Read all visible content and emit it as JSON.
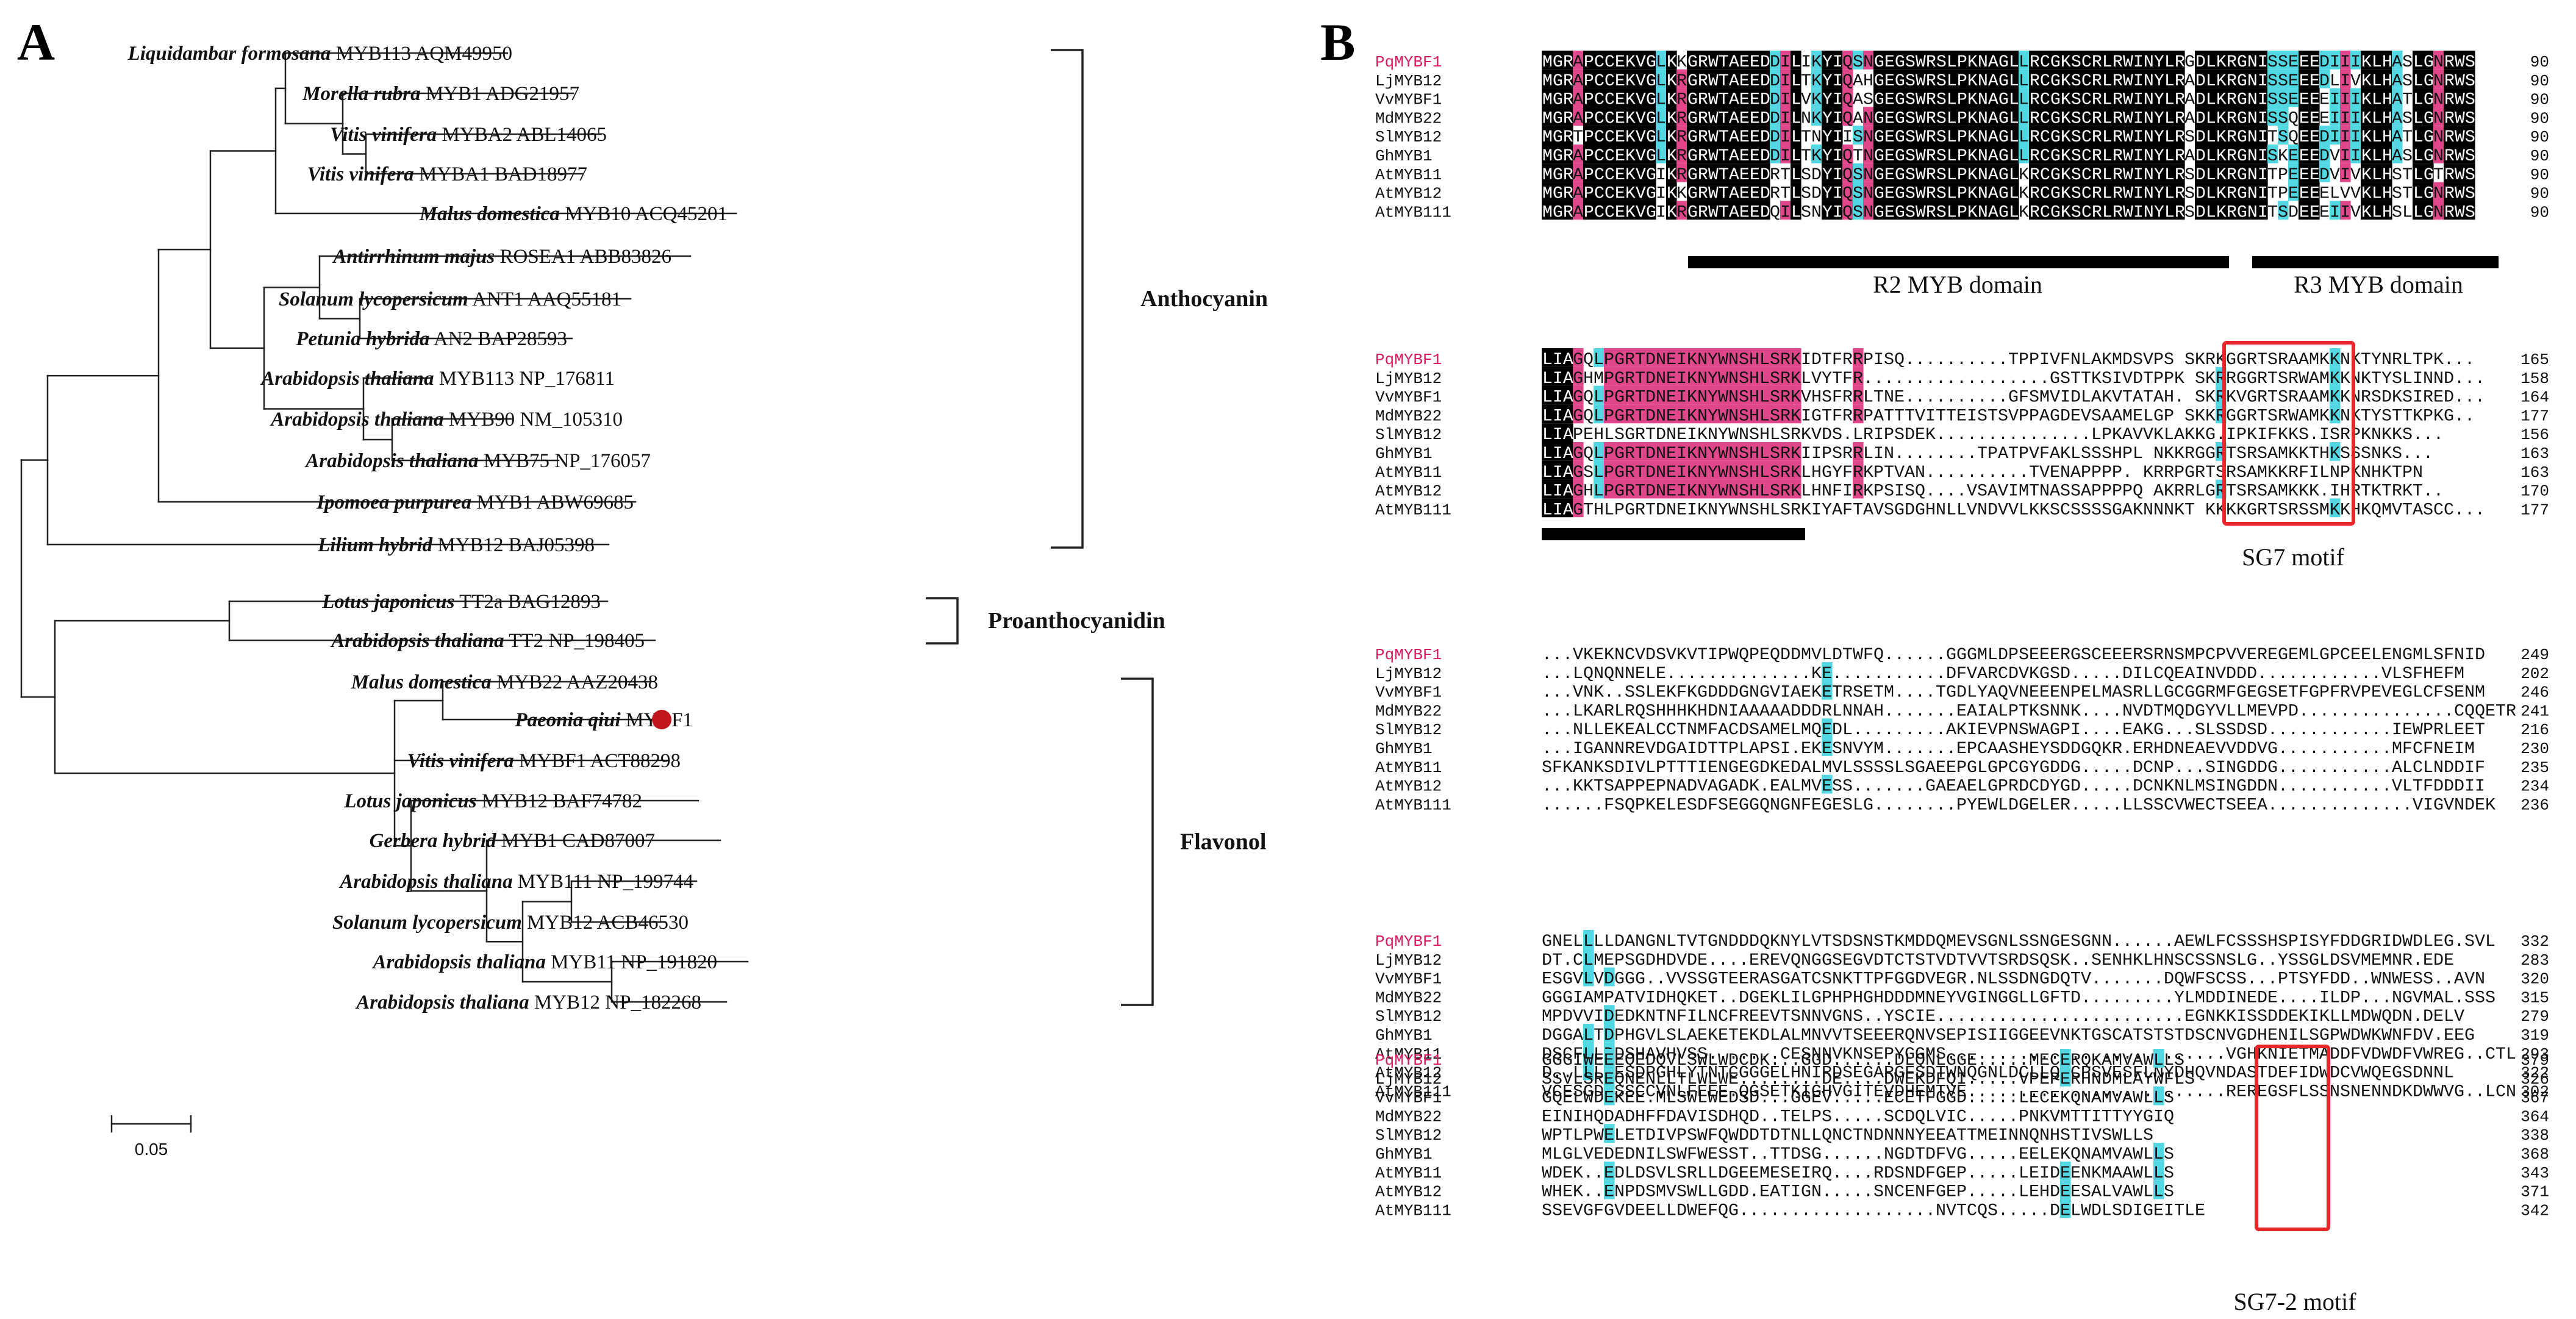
{
  "panel_a": {
    "label": "A",
    "scale_label": "0.05",
    "colors": {
      "highlight_dot": "#c0161b",
      "line": "#222222"
    },
    "taxa": [
      {
        "species": "Liquidambar formosana",
        "gene": "MYB113 AQM49950"
      },
      {
        "species": "Morella rubra",
        "gene": "MYB1 ADG21957"
      },
      {
        "species": "Vitis vinifera",
        "gene": "MYBA2 ABL14065"
      },
      {
        "species": "Vitis vinifera",
        "gene": "MYBA1 BAD18977"
      },
      {
        "species": "Malus domestica",
        "gene": "MYB10 ACQ45201"
      },
      {
        "species": "Antirrhinum majus",
        "gene": "ROSEA1 ABB83826"
      },
      {
        "species": "Solanum lycopersicum",
        "gene": "ANT1 AAQ55181"
      },
      {
        "species": "Petunia hybrida",
        "gene": "AN2 BAP28593"
      },
      {
        "species": "Arabidopsis thaliana",
        "gene": "MYB113 NP_176811"
      },
      {
        "species": "Arabidopsis thaliana",
        "gene": "MYB90 NM_105310"
      },
      {
        "species": "Arabidopsis thaliana",
        "gene": "MYB75 NP_176057"
      },
      {
        "species": "Ipomoea purpurea",
        "gene": "MYB1 ABW69685"
      },
      {
        "species": "Lilium hybrid",
        "gene": "MYB12 BAJ05398"
      },
      {
        "species": "Lotus japonicus",
        "gene": "TT2a BAG12893"
      },
      {
        "species": "Arabidopsis thaliana",
        "gene": "TT2 NP_198405"
      },
      {
        "species": "Malus domestica",
        "gene": "MYB22 AAZ20438"
      },
      {
        "species": "Paeonia qiui",
        "gene": "MYBF1"
      },
      {
        "species": "Vitis vinifera",
        "gene": "MYBF1 ACT88298"
      },
      {
        "species": "Lotus japonicus",
        "gene": "MYB12 BAF74782"
      },
      {
        "species": "Gerbera hybrid",
        "gene": "MYB1 CAD87007"
      },
      {
        "species": "Arabidopsis thaliana",
        "gene": "MYB111 NP_199744"
      },
      {
        "species": "Solanum lycopersicum",
        "gene": "MYB12 ACB46530"
      },
      {
        "species": "Arabidopsis thaliana",
        "gene": "MYB11 NP_191820"
      },
      {
        "species": "Arabidopsis thaliana",
        "gene": "MYB12 NP_182268"
      }
    ],
    "groups": [
      {
        "name": "Anthocyanin",
        "first": 0,
        "last": 12
      },
      {
        "name": "Proanthocyanidin",
        "first": 13,
        "last": 14
      },
      {
        "name": "Flavonol",
        "first": 15,
        "last": 23
      }
    ]
  },
  "panel_b": {
    "label": "B",
    "colors": {
      "identical": "#000000",
      "strong": "#e0468a",
      "similar": "#52d8e2",
      "highlight_name": "#d81b60",
      "motif_box": "#e8262b"
    },
    "sequences": [
      "PqMYBF1",
      "LjMYB12",
      "VvMYBF1",
      "MdMYB22",
      "SlMYB12",
      "GhMYB1",
      "AtMYB11",
      "AtMYB12",
      "AtMYB111"
    ],
    "blocks": [
      {
        "ends": [
          "90",
          "90",
          "90",
          "90",
          "90",
          "90",
          "90",
          "90",
          "90"
        ],
        "rows": [
          "MGRAPCCEKVGLKKGRWTAEEDDILIKYIQSNGEGSWRSLPKNAGLLRCGKSCRLRWINYLRGDLKRGNISSEEEDIIIKLHASLGNRWS",
          "MGRAPCCEKVGLKRGRWTAEEDDILTKYIQAHGEGSWRSLPKNAGLLRCGKSCRLRWINYLRADLKRGNISSEEEDLIVKLHASLGNRWS",
          "MGRAPCCEKVGLKRGRWTAEEDDILVKYIQASGEGSWRSLPKNAGLLRCGKSCRLRWINYLRADLKRGNISSEEEEIIIKLHATLGNRWS",
          "MGRAPCCEKVGLKRGRWTAEEDDILNKYIQANGEGSWRSLPKNAGLLRCGKSCRLRWINYLRADLKRGNISSQEEEIIIKLHASLGNRWS",
          "MGRTPCCEKVGLKRGRWTAEEDDILTNYIISNGEGSWRSLPKNAGLLRCGKSCRLRWINYLRSDLKRGNITSQEEDIIIKLHATLGNRWS",
          "MGRAPCCEKVGLKRGRWTAEEDDILTKYIQTNGEGSWRSLPKNAGLLRCGKSCRLRWINYLRADLKRGNISKEEEDVIIKLHASLGNRWS",
          "MGRAPCCEKVGIKRGRWTAEEDRTLSDYIQSNGEGSWRSLPKNAGLKRCGKSCRLRWINYLRSDLKRGNITPEEEDVIVKLHSTLGTRWS",
          "MGRAPCCEKVGIKKGRWTAEEDRTLSDYIQSNGEGSWRSLPKNAGLKRCGKSCRLRWINYLRSDLKRGNITPEEEELVVKLHSTLGNRWS",
          "MGRAPCCEKVGIKRGRWTAEEDQILSNYIQSNGEGSWRSLPKNAGLKRCGKSCRLRWINYLRSDLKRGNITSDEEEIIVKLHSLLGNRWS"
        ],
        "annotations": [
          "R2 MYB domain",
          "R3 MYB domain"
        ]
      },
      {
        "ends": [
          "165",
          "158",
          "164",
          "177",
          "156",
          "163",
          "163",
          "170",
          "177"
        ],
        "rows": [
          "LIAGQLPGRTDNEIKNYWNSHLSRKIDTFRRPISQ..........TPPIVFNLAKMDSVPS SKRKGGRTSRAAMKKNKTYNRLTPK...",
          "LIAGHMPGRTDNEIKNYWNSHLSRKLVYTFR..................GSTTKSIVDTPPK SKRRGGRTSRWAMKKNKTYSLINND...",
          "LIAGQLPGRTDNEIKNYWNSHLSRKVHSFRRLTNE..........GFSMVIDLAKVTATAH. SKRKVGRTSRAAMKKNRSDKSIRED...",
          "LIAGQLPGRTDNEIKNYWNSHLSRKIGTFRRPATTTVITTEISTSVPPAGDEVSAAMELGP SKKRGGRTSRWAMKKNKTYSTTKPKG..",
          "LIAPEHLSGRTDNEIKNYWNSHLSRKVDS.LRIPSDEK...............LPKAVVKLAKKG.IPKIFKKS.ISRPKNKKS...",
          "LIAGQLPGRTDNEIKNYWNSHLSRKIIPSRRLIN........TPATPVFAKLSSSHPL NKKRGGRTSRSAMKKTHKSSSNKS...",
          "LIAGSLPGRTDNEIKNYWNSHLSRKLHGYFRKPTVAN..........TVENAPPPP. KRRPGRTSRSAMKKRFILNPKNHKTPN",
          "LIAGHLPGRTDNEIKNYWNSHLSRKLHNFIRKPSISQ....VSAVIMTNASSAPPPPQ AKRRLGRTSRSAMKKK.IHRTKTRKT..",
          "LIAGTHLPGRTDNEIKNYWNSHLSRKIYAFTAVSGDGHNLLVNDVVLKKSCSSSSGAKNNNKT KKKKGRTSRSSMKKHKQMVTASCC..."
        ],
        "annotations": [
          "SG7 motif"
        ]
      },
      {
        "ends": [
          "249",
          "202",
          "246",
          "241",
          "216",
          "230",
          "235",
          "234",
          "236"
        ],
        "rows": [
          "...VKEKNCVDSVKVTIPWQPEQDDMVLDTWFQ......GGGMLDPSEEERGSCEEERSRNSMPCPVVEREGEMLGPCEELENGMLSFNID",
          "...LQNQNNELE..............KE...........DFVARCDVKGSD.....DILCQEAINVDDD............VLSFHEFM",
          "...VNK..SSLEKFKGDDDGNGVIAEKETRSETM....TGDLYAQVNEEENPELMASRLLGCGGRMFGEGSETFGPFRVPEVEGLCFSENM",
          "...LKARLRQSHHHKHDNIAAAAADDDRLNNAH.......EAIALPTKSNNK....NVDTMQDGYVLLMEVPD...............CQQETR",
          "...NLLEKEALCCTNMFACDSAMELMQEDL.........AKIEVPNSWAGPI....EAKG...SLSSDSD............IEWPRLEET",
          "...IGANNREVDGAIDTTPLAPSI.EKESNVYM.......EPCAASHEYSDDGQKR.ERHDNEAEVVDDVG...........MFCFNEIM",
          "SFKANKSDIVLPTTTIENGEGDKEDALMVLSSSSLSGAEEPGLGPCGYGDDG.....DCNP...SINGDDG...........ALCLNDDIF",
          "...KKTSAPPEPNADVAGADK.EALMVESS.......GAEAELGPRDCDYGD.....DCNKNLMSINGDDN...........VLTFDDDII",
          "......FSQPKELESDFSEGGQNGNFEGESLG........PYEWLDGELER.....LLSSCVWECTSEEA..............VIGVNDEK"
        ]
      },
      {
        "ends": [
          "332",
          "283",
          "320",
          "315",
          "279",
          "319",
          "293",
          "322",
          "302"
        ],
        "rows": [
          "GNELLLLDANGNLTVTGNDDDQKNYLVTSDSNSTKMDDQMEVSGNLSSNGESGNN......AEWLFCSSSHSPISYFDDGRIDWDLEG.SVL",
          "DT.CLMEPSGDHDVDE....EREVQNGGSEGVDTCTSTVDTVVTSRDSQSK..SENHKLHNSCSSNSLG..YSSGLDSVMEMNR.EDE",
          "ESGVLVDGGG..VVSSGTEERASGATCSNKTTPFGGDVEGR.NLSSDNGDQTV.......DQWFSCSS...PTSYFDD..WNWESS..AVN",
          "GGGIAMPATVIDHQKET..DGEKLILGPHPHGHDDDMNEYVGINGGLLGFTD.........YLMDDINEDE....ILDP...NGVMAL.SSS",
          "MPDVVIDEDKNTNFILNCFREEVTSNNVGNS..YSCIE........................EGNKKISSDDEKIKLLMDWQDN.DELV",
          "DGGALTDPHGVLSLAEKETEKDLALMNVVTSEEERQNVSEPISIIGGEEVNKTGSCATSTSTDSCNVGDHENILSGPWDWKWNFDV.EEG",
          "DSCFLLDDSHAVHVSS.......CESNNVKNSEPYGGMS...........................VGHKNIETMADDFVDWDFVWREG..CTL",
          "D..LLLDESDPGHLYTNTCGGGELHNIRDSEGARGFSDTWNQGNLDCLLQSCPSVESFLNYDHQVNDASTDEFIDWDCVWQEGSDNNL",
          "VCESGDNSSCCVNLFEEE.QGSETKIGHVGITEVDHEMTVE.........................REREGSFLSSNSNENNDKDWWVG..LCN"
        ]
      },
      {
        "ends": [
          "379",
          "326",
          "367",
          "364",
          "338",
          "368",
          "343",
          "371",
          "342"
        ],
        "rows": [
          "GGGIWEEEQEDQVLSWLWDCDK...GGD......DLQNLGGE.....MECERQKAMVAWLLS",
          "SSVLSREQNENLLTLWLWE........DE....DWEKDFQI.....VPEPERHNDMLAYWFLS",
          "GQELWDEKEE.MLSWLWEDSD...GGEV.....ECETFGGD.....LECEKQNAMVAWLLS",
          "EINIHQDADHFFDAVISDHQD..TELPS.....SCDQLVIC.....PNKVMTTITTYYGIQ",
          "WPTLPWELETDIVPSWFQWDDTDTNLLQNCTNDNNNYEEATTMEINNQNHSTIVSWLLS",
          "MLGLVEDEDNILSWFWESST..TTDSG......NGDTDFVG.....EELEKQNAMVAWLLS",
          "WDEK..EDLDSVLSRLLDGEEMESEIRQ....RDSNDFGEP.....LEIDEENKMAAWLLS",
          "WHEK..ENPDSMVSWLLGDD.EATIGN.....SNCENFGEP.....LEHDEESALVAWLLS",
          "SSEVGFGVDEELLDWEFQG...................NVTCQS.....DELWDLSDIGEITLE"
        ],
        "annotations": [
          "SG7-2 motif"
        ]
      }
    ]
  }
}
